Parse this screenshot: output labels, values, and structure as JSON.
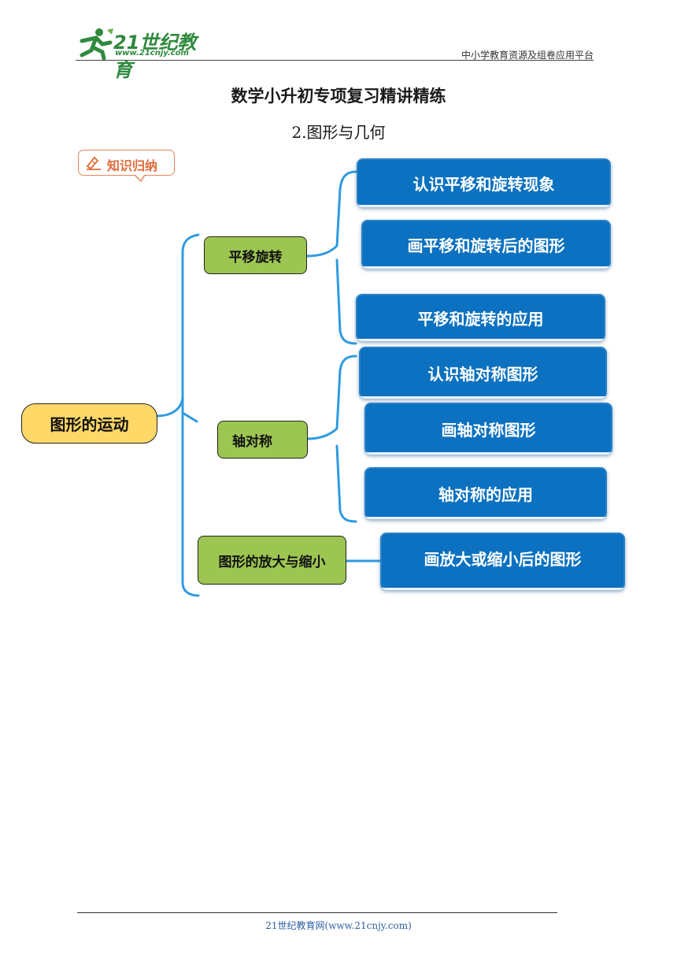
{
  "header": {
    "logo_text": "21世纪教育",
    "logo_url": "www.21cnjy.com",
    "tagline": "中小学教育资源及组卷应用平台"
  },
  "document": {
    "title": "数学小升初专项复习精讲精练",
    "subtitle": "2.图形与几何",
    "section_tag": "知识归纳"
  },
  "mindmap": {
    "root": "图形的运动",
    "branches": [
      {
        "label": "平移旋转",
        "children": [
          "认识平移和旋转现象",
          "画平移和旋转后的图形",
          "平移和旋转的应用"
        ]
      },
      {
        "label": "轴对称",
        "children": [
          "认识轴对称图形",
          "画轴对称图形",
          "轴对称的应用"
        ]
      },
      {
        "label": "图形的放大与缩小",
        "children": [
          "画放大或缩小后的图形"
        ]
      }
    ]
  },
  "colors": {
    "root_fill": "#ffd868",
    "branch_fill": "#9cc552",
    "leaf_fill": "#0b71c0",
    "connector": "#2e9be0",
    "logo_green": "#2f8a3e",
    "tag_orange": "#e06a3a"
  },
  "icons": {
    "logo": "running-figure-logo-icon",
    "tag": "pencil-ruler-icon"
  },
  "footer": {
    "text": "21世纪教育网(www.21cnjy.com)"
  }
}
